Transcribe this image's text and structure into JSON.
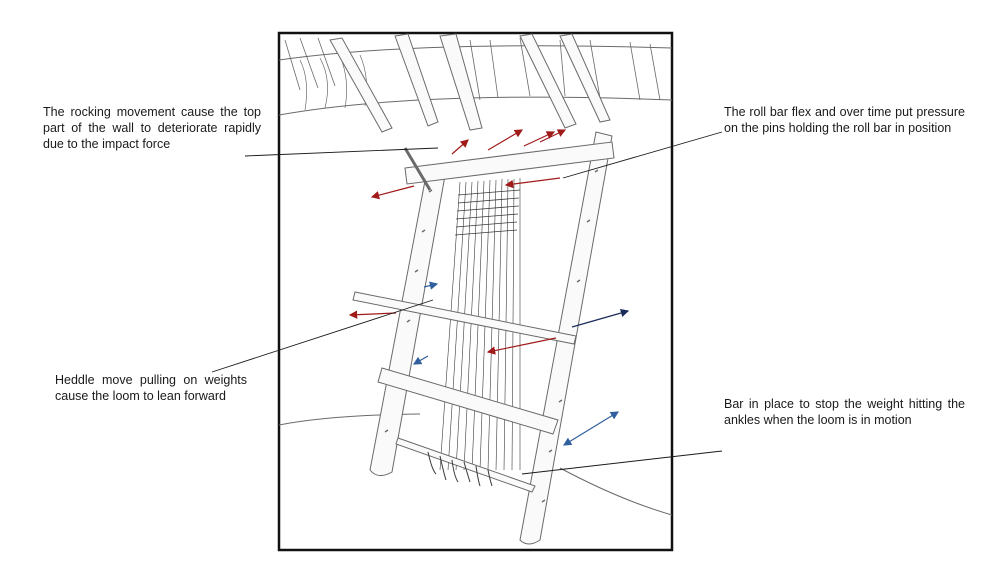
{
  "annotations": {
    "wall": "The rocking movement cause the top part of the wall to deteriorate rapidly due to the  impact force",
    "roll_bar": "The roll bar flex  and over time put pressure on the pins holding the roll bar in position",
    "heddle": "Heddle  move  pulling  on weights  cause  the  loom  to lean forward",
    "bottom_bar": "Bar  in  place  to  stop  the  weight hitting the ankles when the loom is in motion"
  },
  "colors": {
    "frame": "#111111",
    "pencil": "#6a6a6a",
    "force_arrow": "#a11a1a",
    "motion_arrow": "#2f5f9e",
    "weaving": "#3a3a3a"
  }
}
